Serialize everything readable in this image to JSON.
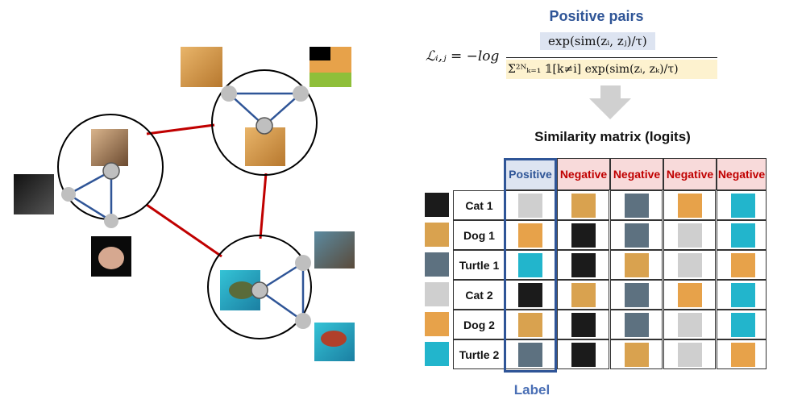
{
  "formula": {
    "lhs": "ℒᵢ,ⱼ = −log",
    "numerator": "exp(sim(zᵢ, zⱼ)/τ)",
    "denominator": "Σ²ᴺₖ₌₁ 𝟙[k≠i] exp(sim(zᵢ, zₖ)/τ)"
  },
  "titles": {
    "positive_pairs": "Positive pairs",
    "similarity_matrix": "Similarity matrix (logits)",
    "label": "Label"
  },
  "matrix": {
    "columns": [
      "Positive",
      "Negative",
      "Negative",
      "Negative",
      "Negative"
    ],
    "rows": [
      "Cat 1",
      "Dog 1",
      "Turtle 1",
      "Cat 2",
      "Dog 2",
      "Turtle 2"
    ]
  },
  "colors": {
    "positive": "#2f5597",
    "negative": "#c00000",
    "positive_bg": "#dde4f1",
    "negative_bg": "#f8dada",
    "graph_edge": "#2f5597",
    "cluster_link": "#c00000"
  }
}
